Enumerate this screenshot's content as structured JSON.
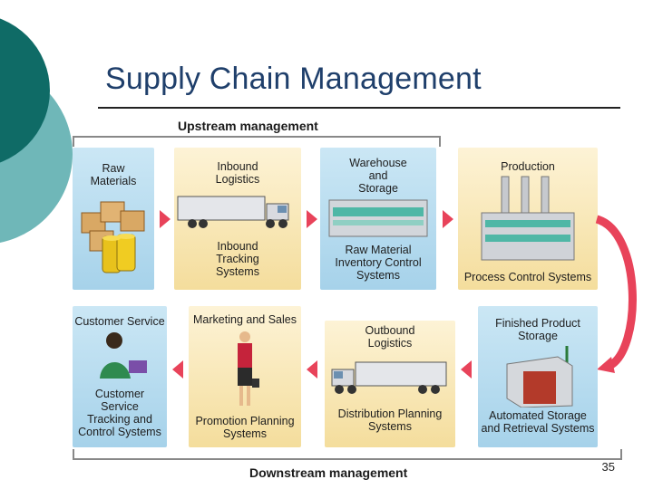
{
  "slide": {
    "title": "Supply Chain Management",
    "page_number": "35"
  },
  "upstream_label": "Upstream management",
  "downstream_label": "Downstream management",
  "upstream": [
    {
      "lines": [
        "Raw",
        "Materials"
      ]
    },
    {
      "lines": [
        "Inbound",
        "Logistics"
      ],
      "lines2": [
        "Inbound",
        "Tracking",
        "Systems"
      ]
    },
    {
      "lines": [
        "Warehouse",
        "and",
        "Storage"
      ],
      "lines2": [
        "Raw Material",
        "Inventory Control",
        "Systems"
      ]
    },
    {
      "lines": [
        "Production"
      ],
      "lines2": [
        "Process Control Systems"
      ]
    }
  ],
  "downstream": [
    {
      "lines": [
        "Customer Service"
      ],
      "lines2": [
        "Customer",
        "Service",
        "Tracking and",
        "Control Systems"
      ]
    },
    {
      "lines": [
        "Marketing and Sales"
      ],
      "lines2": [
        "Promotion Planning",
        "Systems"
      ]
    },
    {
      "lines": [
        "Outbound",
        "Logistics"
      ],
      "lines2": [
        "Distribution Planning",
        "Systems"
      ]
    },
    {
      "lines": [
        "Finished Product",
        "Storage"
      ],
      "lines2": [
        "Automated Storage",
        "and Retrieval Systems"
      ]
    }
  ],
  "colors": {
    "arrow": "#e8435a",
    "box_warm": "#f4dd9c",
    "box_blue": "#a6d2ea",
    "teal_deco": "#0f6b66"
  }
}
